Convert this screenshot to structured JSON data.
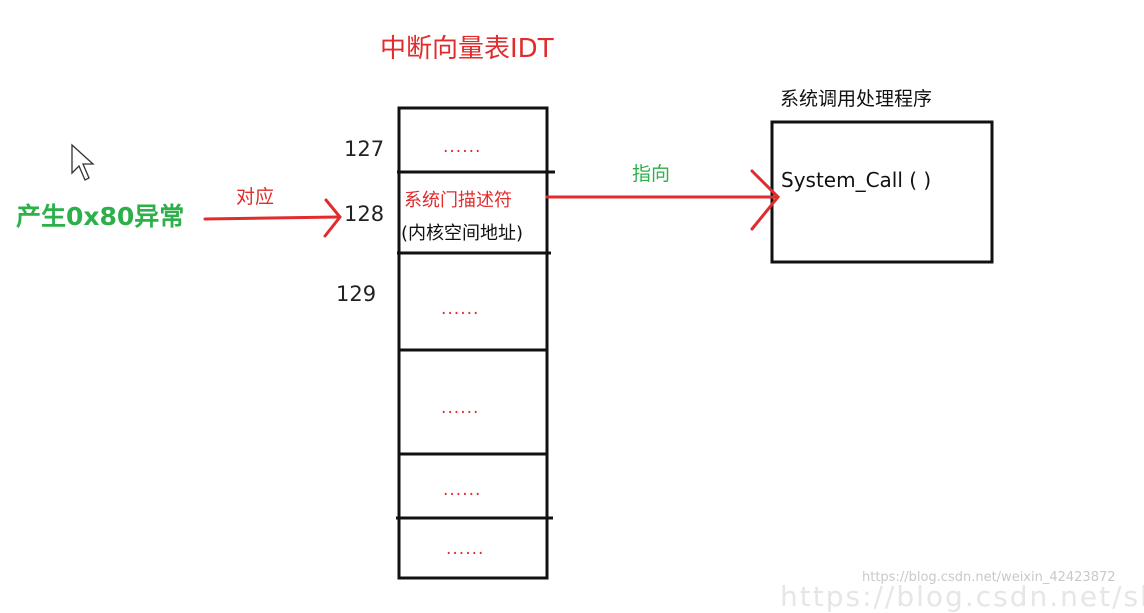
{
  "diagram": {
    "idt_title": "中断向量表IDT",
    "handler_title": "系统调用处理程序",
    "exception_label": "产生0x80异常",
    "map_label": "对应",
    "point_label": "指向",
    "indices": [
      "127",
      "128",
      "129"
    ],
    "ellipsis": "......",
    "gate_descriptor": "系统门描述符",
    "gate_address": "(内核空间地址)",
    "handler_function": "System_Call ( )",
    "watermark": "https://blog.csdn.net/weixin_42423872",
    "watermark_ghost": "https://blog.csdn.net/sh"
  },
  "colors": {
    "red": "#e02c2c",
    "green": "#2db04a",
    "black": "#111111"
  },
  "icons": {
    "cursor": "mouse-pointer-icon"
  }
}
